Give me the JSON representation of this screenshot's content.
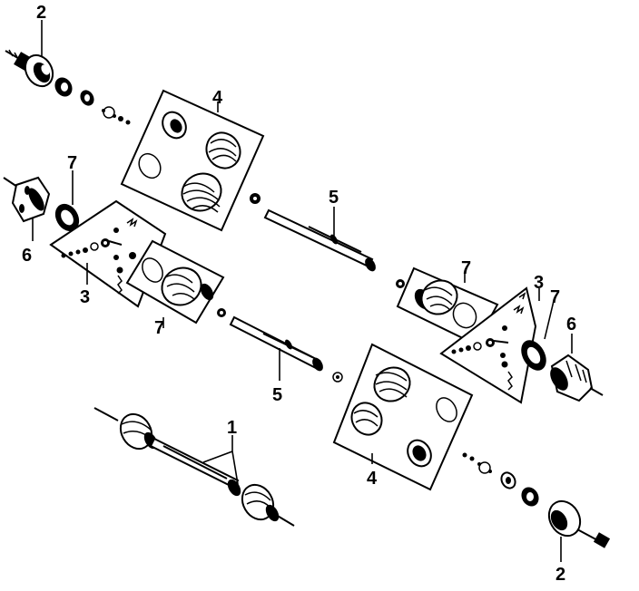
{
  "diagram": {
    "callouts": {
      "c1": "1",
      "c2_top": "2",
      "c2_bottom": "2",
      "c3_left": "3",
      "c3_right": "3",
      "c4_top": "4",
      "c4_bottom": "4",
      "c5_upper": "5",
      "c5_lower": "5",
      "c6_left": "6",
      "c6_right": "6",
      "c7_left_top": "7",
      "c7_left_bottom": "7",
      "c7_right_top": "7",
      "c7_right_side": "7"
    }
  }
}
